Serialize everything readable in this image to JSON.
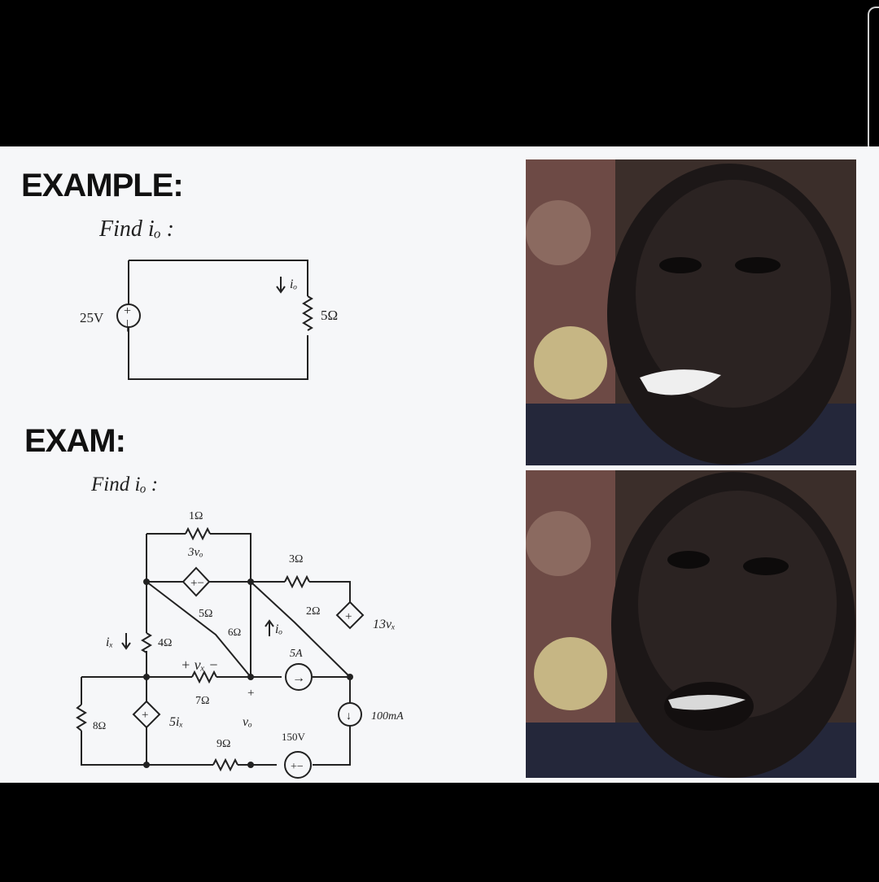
{
  "example": {
    "heading": "EXAMPLE:",
    "find": "Find iₒ :",
    "source_label": "25V",
    "resistor_label": "5Ω",
    "current_label": "iₒ"
  },
  "exam": {
    "heading": "EXAM:",
    "find": "Find iₒ :",
    "labels": {
      "r1": "1Ω",
      "dep_v_top": "3vₒ",
      "r3": "3Ω",
      "r5": "5Ω",
      "r2": "2Ω",
      "dep_13": "13vₓ",
      "r6": "6Ω",
      "io": "iₒ",
      "ix": "iₓ",
      "r4": "4Ω",
      "vx": "+ vₓ −",
      "i5": "5A",
      "r7": "7Ω",
      "plus": "+",
      "r8": "8Ω",
      "dep_5ix": "5iₓ",
      "vo": "vₒ",
      "r9": "9Ω",
      "v150": "150V",
      "i100": "100mA"
    }
  },
  "photos": {
    "top": "smiling-man-photo",
    "bottom": "shocked-man-photo"
  }
}
